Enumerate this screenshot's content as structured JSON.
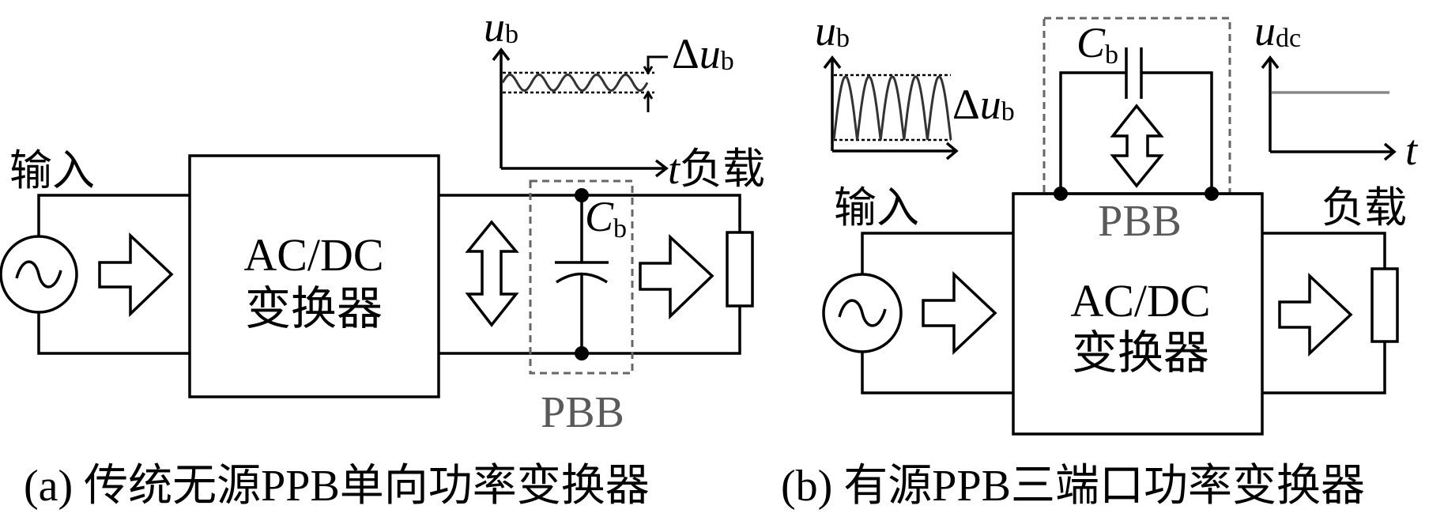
{
  "figure": {
    "panel_a": {
      "caption": "(a)  传统无源PPB单向功率变换器",
      "input_label": "输入",
      "load_label": "负载",
      "converter_line1": "AC/DC",
      "converter_line2": "变换器",
      "capacitor_symbol": "C",
      "capacitor_subscript": "b",
      "pbb_label": "PBB",
      "waveform": {
        "y_label_symbol": "u",
        "y_label_subscript": "b",
        "x_label": "t",
        "ripple_label_prefix": "Δ",
        "ripple_label_symbol": "u",
        "ripple_label_subscript": "b",
        "shape": "small sinusoidal ripple",
        "cycles": 5
      }
    },
    "panel_b": {
      "caption": "(b)  有源PPB三端口功率变换器",
      "input_label": "输入",
      "load_label": "负载",
      "converter_line1": "AC/DC",
      "converter_line2": "变换器",
      "capacitor_symbol": "C",
      "capacitor_subscript": "b",
      "pbb_label": "PBB",
      "waveform_ub": {
        "y_label_symbol": "u",
        "y_label_subscript": "b",
        "ripple_label_prefix": "Δ",
        "ripple_label_symbol": "u",
        "ripple_label_subscript": "b",
        "shape": "large rectified-sine ripple",
        "cycles": 5
      },
      "waveform_udc": {
        "y_label_symbol": "u",
        "y_label_subscript": "dc",
        "x_label": "t",
        "shape": "constant DC level"
      }
    },
    "colors": {
      "wire": "#000000",
      "pbb_box": "#666666",
      "pbb_text": "#5a5a5a",
      "dc_level": "#888888"
    }
  }
}
